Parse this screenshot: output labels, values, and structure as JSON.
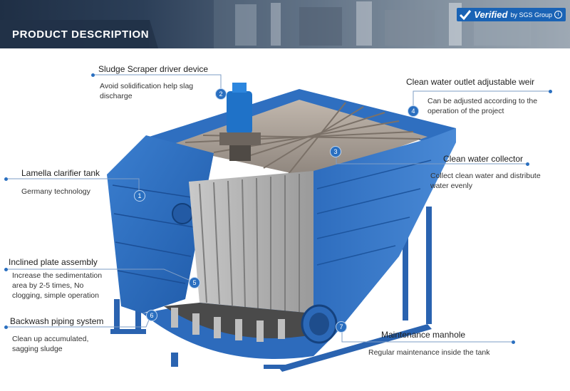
{
  "header": {
    "title": "PRODUCT DESCRIPTION"
  },
  "badge": {
    "word": "Verified",
    "by": "by SGS Group",
    "info_icon": "info-icon",
    "icon": "check-icon"
  },
  "callouts": [
    {
      "num": "1",
      "title": "Lamella clarifier tank",
      "desc": "Germany technology"
    },
    {
      "num": "2",
      "title": "Sludge Scraper driver device",
      "desc": "Avoid solidification  help slag discharge"
    },
    {
      "num": "3",
      "title": "Clean water collector",
      "desc": "Collect clean water and distribute water evenly"
    },
    {
      "num": "4",
      "title": "Clean water outlet adjustable weir",
      "desc": "Can be adjusted according to the operation of the project"
    },
    {
      "num": "5",
      "title": "Inclined plate assembly",
      "desc": "Increase the sedimentation area by 2-5 times, No clogging, simple operation"
    },
    {
      "num": "6",
      "title": "Backwash piping system",
      "desc": "Clean up accumulated, sagging sludge"
    },
    {
      "num": "7",
      "title": "Maintenance manhole",
      "desc": "Regular maintenance inside the tank"
    }
  ],
  "colors": {
    "tank_blue": "#2f6fc0",
    "badge_blue": "#1a63b5",
    "accent": "#2a6fc0"
  }
}
